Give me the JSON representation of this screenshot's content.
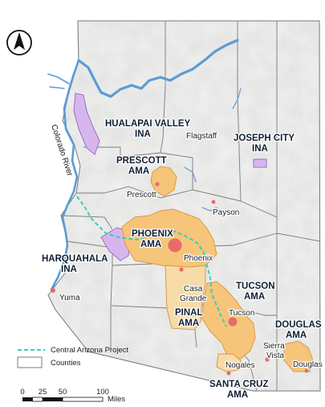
{
  "map": {
    "colors": {
      "state_fill": "#f1f1f0",
      "county_line": "#7b7b7b",
      "water": "#5b9bd5",
      "ama_fill": "#f6c57a",
      "ama_stroke": "#d99a45",
      "ina_fill": "#d7b6ef",
      "ina_stroke": "#9a6fc0",
      "pinal_fill": "#f7dba8",
      "city_marker": "#e86a6a",
      "cap_line": "#2fd2c0",
      "label_color": "#0e1e33"
    },
    "compass": {
      "letter": "N",
      "icon": "north-arrow-icon"
    },
    "regions": {
      "hualapai": {
        "line1": "HUALAPAI VALLEY",
        "line2": "INA"
      },
      "joseph_city": {
        "line1": "JOSEPH CITY",
        "line2": "INA"
      },
      "prescott": {
        "line1": "PRESCOTT",
        "line2": "AMA"
      },
      "phoenix": {
        "line1": "PHOENIX",
        "line2": "AMA"
      },
      "harquahala": {
        "line1": "HARQUAHALA",
        "line2": "INA"
      },
      "tucson": {
        "line1": "TUCSON",
        "line2": "AMA"
      },
      "pinal": {
        "line1": "PINAL",
        "line2": "AMA"
      },
      "douglas": {
        "line1": "DOUGLAS",
        "line2": "AMA"
      },
      "santa_cruz": {
        "line1": "SANTA CRUZ",
        "line2": "AMA"
      }
    },
    "cities": {
      "flagstaff": "Flagstaff",
      "prescott": "Prescott",
      "payson": "Payson",
      "phoenix": "Phoenix",
      "casa_grande_1": "Casa",
      "casa_grande_2": "Grande",
      "tucson": "Tucson",
      "yuma": "Yuma",
      "sierra_vista_1": "Sierra",
      "sierra_vista_2": "Vista",
      "nogales": "Nogales",
      "douglas": "Douglas"
    },
    "river_label": "Colorado River",
    "legend": {
      "cap": "Central Arizona Project",
      "counties": "Counties"
    },
    "scale": {
      "ticks": [
        "0",
        "25",
        "50",
        "100"
      ],
      "unit": "Miles"
    }
  }
}
